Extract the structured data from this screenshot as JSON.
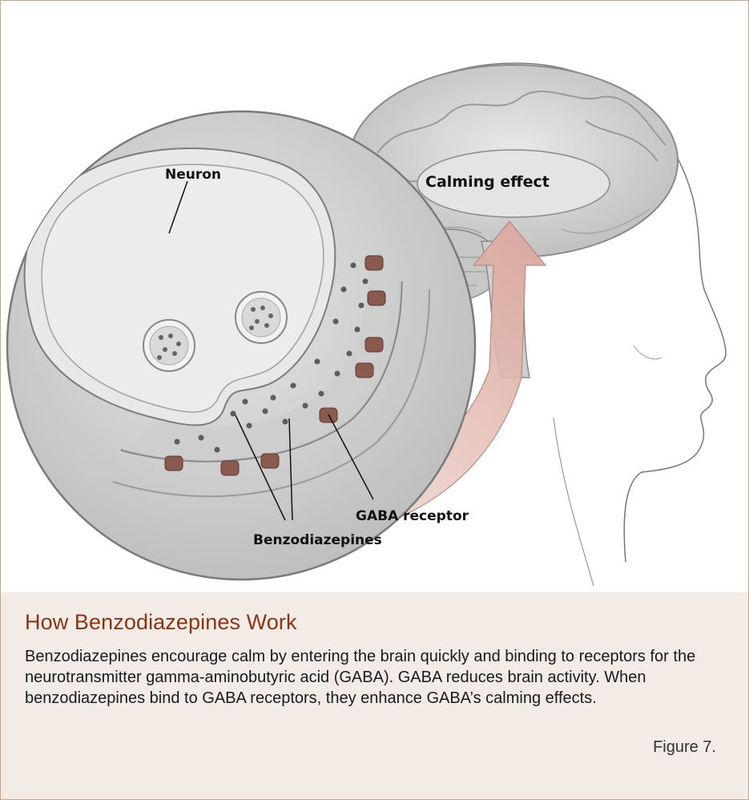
{
  "figure": {
    "labels": {
      "neuron": "Neuron",
      "calming_effect": "Calming effect",
      "gaba_receptor": "GABA receptor",
      "benzodiazepines": "Benzodiazepines"
    },
    "caption_title": "How Benzodiazepines Work",
    "caption_body": "Benzodiazepines encourage calm by entering the brain quickly and binding to receptors for the neurotransmitter gamma-aminobutyric acid (GABA). GABA reduces brain activity. When benzodiazepines bind to GABA receptors, they enhance GABA’s calming effects.",
    "figure_number": "Figure 7."
  },
  "colors": {
    "border": "#c9a58a",
    "caption_background": "#f3ebe6",
    "caption_title": "#8a3414",
    "receptor": "#8a5a4f",
    "arrow": "#e8c9c2"
  }
}
